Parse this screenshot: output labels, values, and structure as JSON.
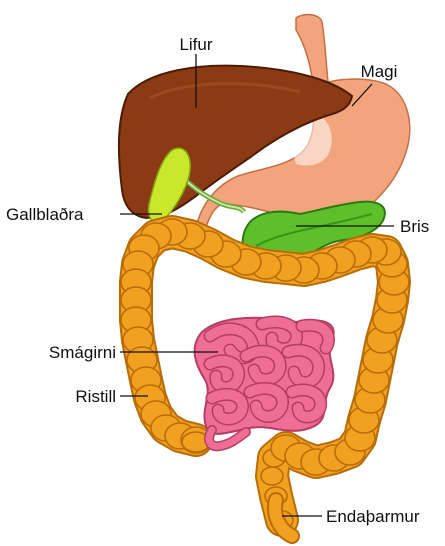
{
  "labels": {
    "liver": "Lifur",
    "stomach": "Magi",
    "gallbladder": "Gallblaðra",
    "pancreas": "Bris",
    "small_intestine": "Smágirni",
    "colon": "Ristill",
    "rectum": "Endaþarmur"
  },
  "colors": {
    "liver": "#8b3a14",
    "liver_dark": "#5a2309",
    "stomach": "#f2a57c",
    "stomach_dark": "#d9825a",
    "gallbladder": "#c9e82a",
    "pancreas": "#5fbf2a",
    "pancreas_dark": "#2f8a14",
    "colon": "#f2a020",
    "colon_dark": "#b86d08",
    "small_intestine": "#ef6e95",
    "small_intestine_dark": "#b53d64",
    "leader_line": "#111111"
  }
}
